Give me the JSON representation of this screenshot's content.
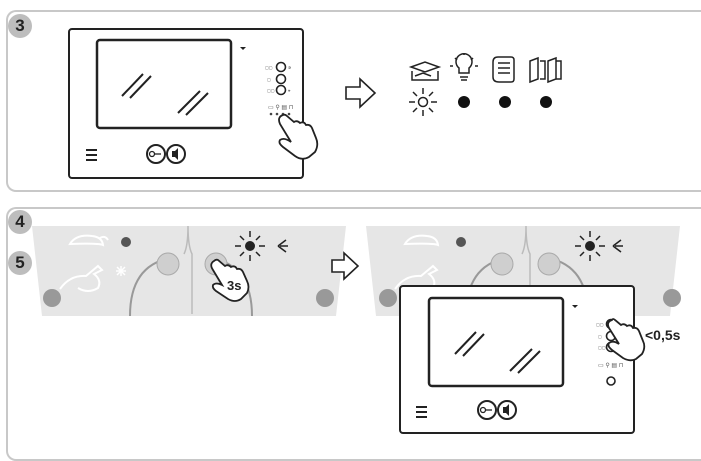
{
  "steps": {
    "step1": "3",
    "step2": "4",
    "step3": "5"
  },
  "timings": {
    "hold_press": "3s",
    "short_press": "<0,5s"
  },
  "icons": {
    "states": [
      "mode-icon-1",
      "bulb-icon",
      "mode-icon-3",
      "mode-icon-4"
    ]
  }
}
